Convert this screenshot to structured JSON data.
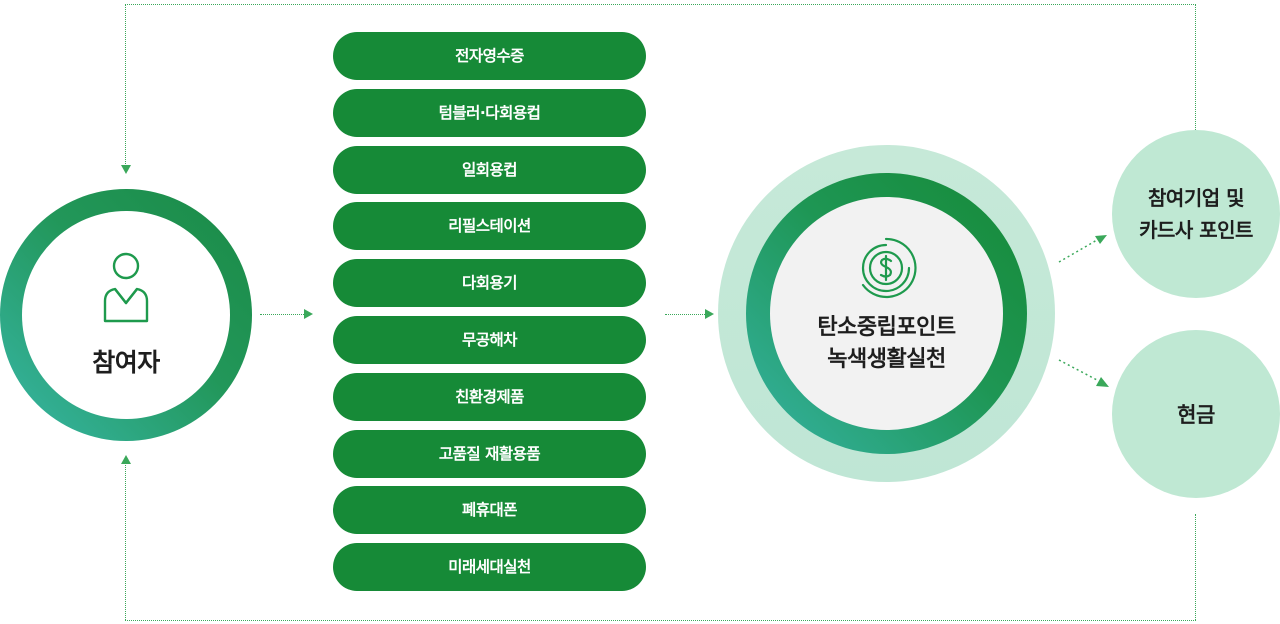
{
  "participant": {
    "label": "참여자",
    "icon": "person-icon"
  },
  "activities": [
    "전자영수증",
    "텀블러·다회용컵",
    "일회용컵",
    "리필스테이션",
    "다회용기",
    "무공해차",
    "친환경제품",
    "고품질 재활용품",
    "폐휴대폰",
    "미래세대실천"
  ],
  "center": {
    "line1": "탄소중립포인트",
    "line2": "녹색생활실천",
    "icon": "coin-dollar-icon"
  },
  "rewards": {
    "company_line1": "참여기업 및",
    "company_line2": "카드사 포인트",
    "cash": "현금"
  },
  "colors": {
    "primary_green": "#168a37",
    "teal": "#38b7a8",
    "light_mint": "#bfe8d3",
    "connector": "#3aa85a"
  }
}
